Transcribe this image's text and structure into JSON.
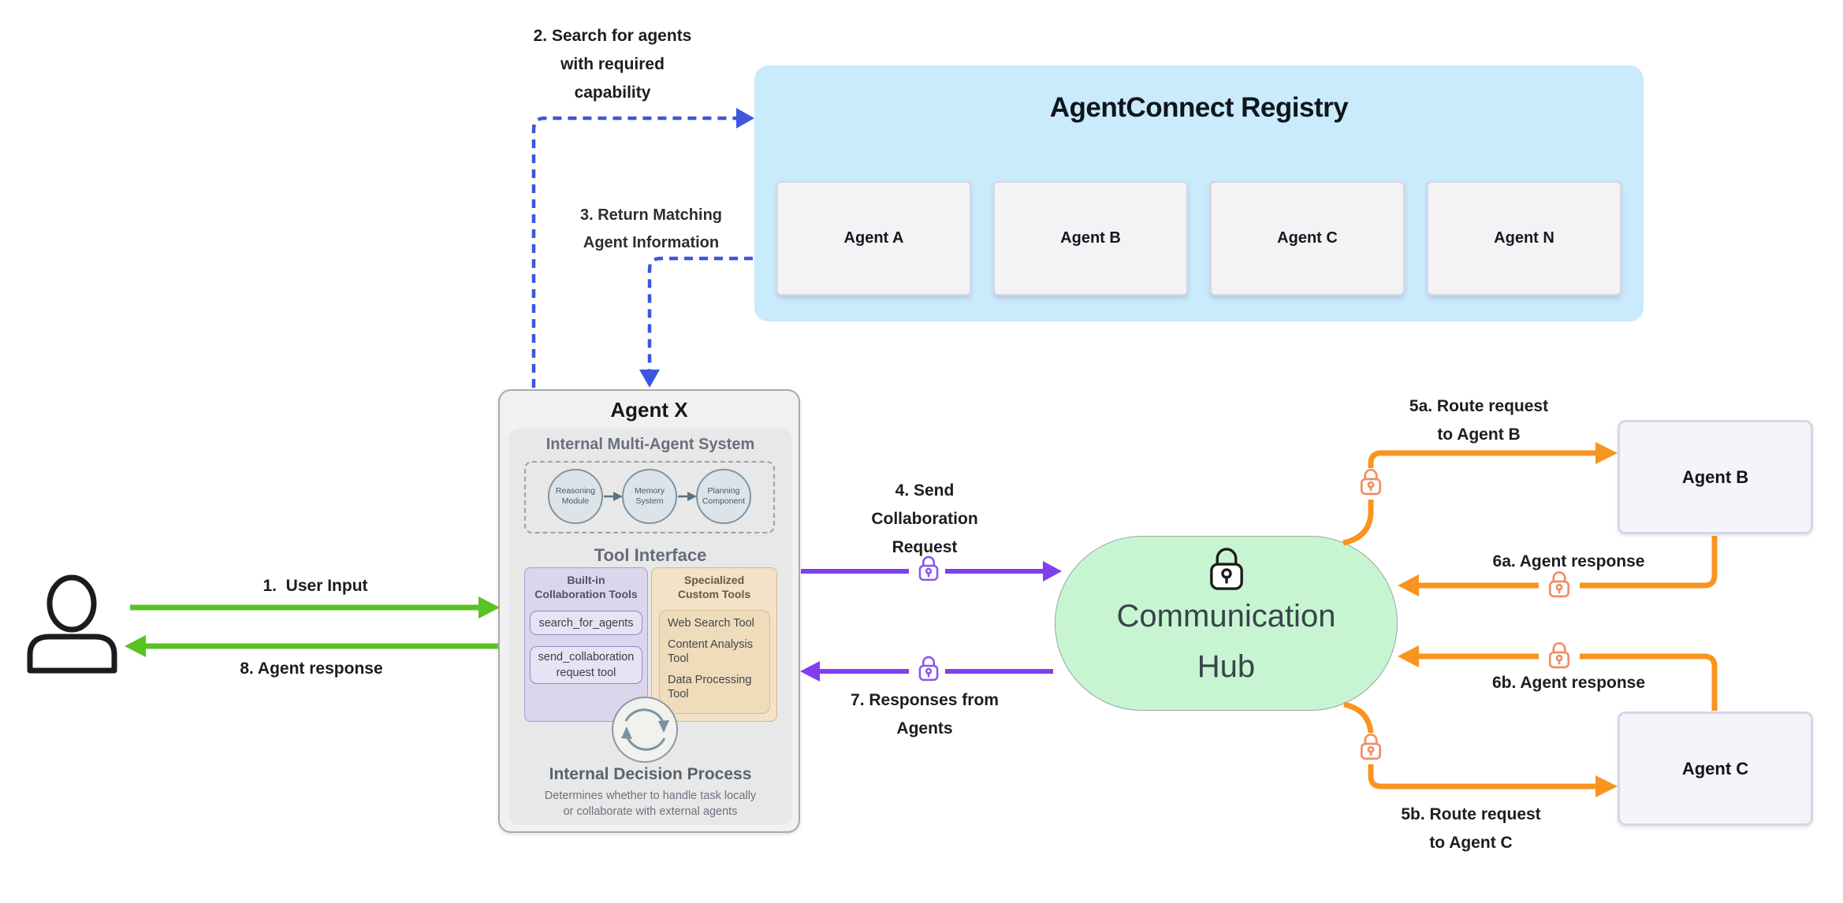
{
  "labels": {
    "step1": "1.  User Input",
    "step2": "2. Search for agents\nwith required\ncapability",
    "step3": "3. Return Matching\nAgent Information",
    "step4": "4. Send\nCollaboration\nRequest",
    "step5a": "5a. Route request\nto Agent B",
    "step5b": "5b. Route request\nto Agent C",
    "step6a": "6a. Agent response",
    "step6b": "6b. Agent response",
    "step7": "7. Responses from\nAgents",
    "step8": "8. Agent response"
  },
  "registry": {
    "title": "AgentConnect Registry",
    "agents": [
      "Agent A",
      "Agent B",
      "Agent C",
      "Agent N"
    ]
  },
  "agent_x": {
    "title": "Agent X",
    "ims_title": "Internal Multi-Agent System",
    "modules": [
      "Reasoning\nModule",
      "Memory\nSystem",
      "Planning\nComponent"
    ],
    "tool_interface_title": "Tool Interface",
    "builtin_title": "Built-in\nCollaboration Tools",
    "builtin_tools": [
      "search_for_agents",
      "send_collaboration\nrequest tool"
    ],
    "custom_title": "Specialized\nCustom Tools",
    "custom_tools": [
      "Web Search Tool",
      "Content Analysis\nTool",
      "Data Processing\nTool"
    ],
    "decision_title": "Internal Decision Process",
    "decision_desc": "Determines whether to handle task locally\nor collaborate with external agents"
  },
  "hub": {
    "title": "Communication\nHub"
  },
  "external_agents": {
    "agent_b": "Agent B",
    "agent_c": "Agent C"
  },
  "icons": {
    "user": "person-icon",
    "hub_lock": "lock-icon",
    "line_lock": "padlock-icon",
    "cycle": "cycle-arrows-icon"
  },
  "colors": {
    "blue_dashed": "#3c56dd",
    "green": "#58c322",
    "purple": "#7f3ef0",
    "orange": "#f8941f",
    "lock_coral": "#ef8e68",
    "registry_bg": "#c9ebfb",
    "hub_bg": "#c7f5d2"
  }
}
